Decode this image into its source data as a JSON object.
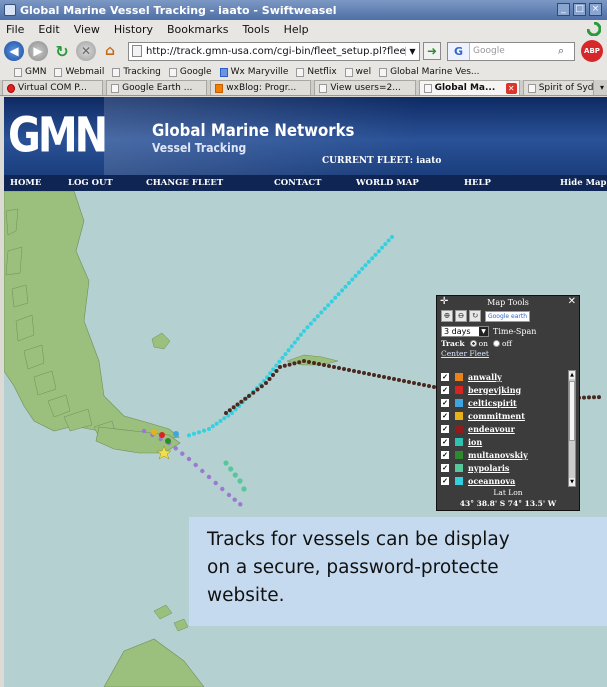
{
  "window": {
    "title": "Global Marine Vessel Tracking - iaato - Swiftweasel",
    "controls": [
      "_",
      "□",
      "×"
    ]
  },
  "menu": [
    "File",
    "Edit",
    "View",
    "History",
    "Bookmarks",
    "Tools",
    "Help"
  ],
  "navbar": {
    "url": "http://track.gmn-usa.com/cgi-bin/fleet_setup.pl?fleet=",
    "search_placeholder": "Google",
    "search_engine_letter": "G",
    "addon_label": "ABP"
  },
  "bookmarks": [
    "GMN",
    "Webmail",
    "Tracking",
    "Google",
    "Wx Maryville",
    "Netflix",
    "wel",
    "Global Marine Ves..."
  ],
  "tabs": [
    {
      "label": "Virtual COM P...",
      "active": false
    },
    {
      "label": "Google Earth ...",
      "active": false
    },
    {
      "label": "wxBlog: Progr...",
      "active": false
    },
    {
      "label": "View users=2...",
      "active": false
    },
    {
      "label": "Global Ma...",
      "active": true
    },
    {
      "label": "Spirit of Sydn...",
      "active": false
    }
  ],
  "site": {
    "logo": "GMN",
    "brand_title": "Global Marine Networks",
    "brand_sub": "Vessel Tracking",
    "current_fleet": "CURRENT FLEET: iaato",
    "nav": [
      "HOME",
      "LOG OUT",
      "CHANGE FLEET",
      "CONTACT",
      "WORLD MAP",
      "HELP",
      "Hide Map"
    ]
  },
  "map_tools": {
    "title": "Map Tools",
    "google_earth_label": "Google earth",
    "time_span_value": "3 days",
    "time_span_label": "Time-Span",
    "track_label": "Track",
    "track_on": "on",
    "track_off": "off",
    "center_fleet": "Center Fleet",
    "vessels": [
      {
        "name": "anwally",
        "color": "#e8821a"
      },
      {
        "name": "bergevjking",
        "color": "#d8231f"
      },
      {
        "name": "celticspirit",
        "color": "#3fa5e0"
      },
      {
        "name": "commitment",
        "color": "#e8b11a"
      },
      {
        "name": "endeavour",
        "color": "#8e1c1c"
      },
      {
        "name": "ion",
        "color": "#2ec3b0"
      },
      {
        "name": "multanovskiy",
        "color": "#2e8a2e"
      },
      {
        "name": "nypolaris",
        "color": "#55c79a"
      },
      {
        "name": "oceannova",
        "color": "#33d0e0"
      }
    ],
    "latlon_header": "Lat Lon",
    "coords": "43° 38.8' S 74° 13.5' W"
  },
  "caption": {
    "line1": "Tracks for vessels can be display",
    "line2": "on a secure, password-protecte",
    "line3": "website."
  },
  "colors": {
    "ocean": "#b5d0d0",
    "land": "#9bbf7c",
    "header_dark": "#0f2554",
    "track_cyan": "#33d0e0",
    "track_brown": "#4a2a20",
    "track_purple": "#9a7ad0",
    "track_green": "#55c79a"
  }
}
